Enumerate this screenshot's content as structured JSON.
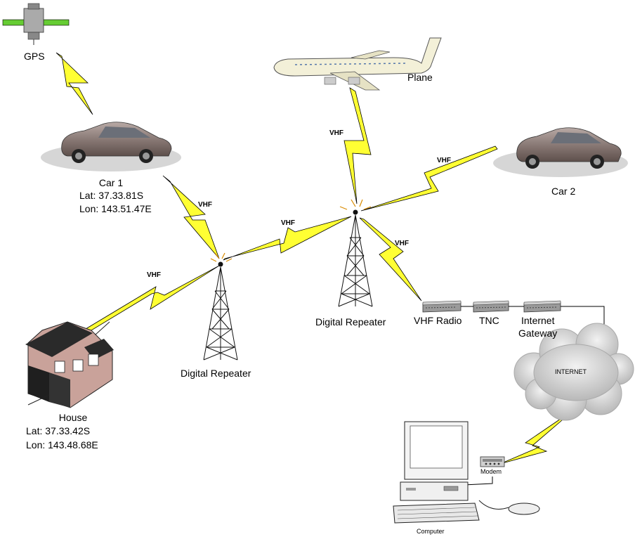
{
  "labels": {
    "gps": "GPS",
    "plane": "Plane",
    "car1": "Car 1",
    "car1_lat": "Lat: 37.33.81S",
    "car1_lon": "Lon: 143.51.47E",
    "car2": "Car 2",
    "house": "House",
    "house_lat": "Lat: 37.33.42S",
    "house_lon": "Lon: 143.48.68E",
    "repeater1": "Digital Repeater",
    "repeater2": "Digital Repeater",
    "vhf_radio": "VHF Radio",
    "tnc": "TNC",
    "gateway_line1": "Internet",
    "gateway_line2": "Gateway",
    "internet": "INTERNET",
    "modem": "Modem",
    "computer": "Computer"
  },
  "links": {
    "vhf1": "VHF",
    "vhf2": "VHF",
    "vhf3": "VHF",
    "vhf4": "VHF",
    "vhf5": "VHF",
    "vhf6": "VHF"
  },
  "colors": {
    "lightning": "#ffff33",
    "lightning_stroke": "#000000",
    "car": "#8a7a76",
    "plane": "#f3f0d8",
    "house": "#c9a29a",
    "cloud": "#cfcfcf"
  },
  "icons": [
    "satellite-icon",
    "plane-icon",
    "car-icon",
    "house-icon",
    "tower-icon",
    "radio-device-icon",
    "cloud-icon",
    "modem-icon",
    "computer-icon",
    "mouse-icon"
  ]
}
